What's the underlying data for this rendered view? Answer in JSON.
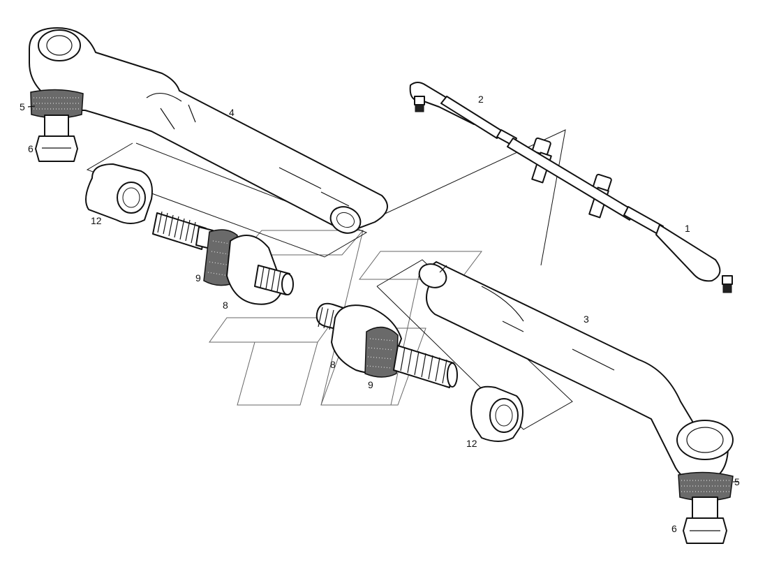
{
  "diagram": {
    "callouts": {
      "c1": "1",
      "c2": "2",
      "c3": "3",
      "c4": "4",
      "c5_top": "5",
      "c5_bottom": "5",
      "c6_top": "6",
      "c6_bottom": "6",
      "c8_upper": "8",
      "c8_lower": "8",
      "c9_upper": "9",
      "c9_lower": "9",
      "c12_upper": "12",
      "c12_lower": "12"
    }
  }
}
